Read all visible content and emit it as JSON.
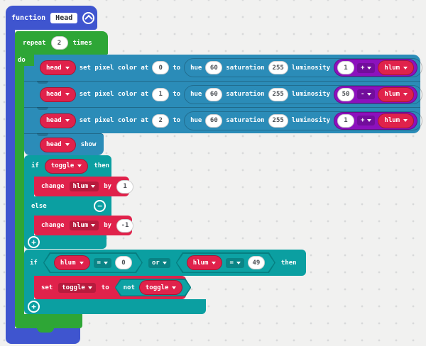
{
  "function_block": {
    "keyword": "function",
    "name": "Head"
  },
  "repeat_block": {
    "keyword": "repeat",
    "count": "2",
    "times": "times",
    "do": "do"
  },
  "pixel_rows": [
    {
      "device": "head",
      "action": "set pixel color at",
      "index": "0",
      "to": "to",
      "hue_label": "hue",
      "hue": "60",
      "saturation_label": "saturation",
      "saturation": "255",
      "luminosity_label": "luminosity",
      "operand": "1",
      "operator": "+",
      "variable": "hlum"
    },
    {
      "device": "head",
      "action": "set pixel color at",
      "index": "1",
      "to": "to",
      "hue_label": "hue",
      "hue": "60",
      "saturation_label": "saturation",
      "saturation": "255",
      "luminosity_label": "luminosity",
      "operand": "50",
      "operator": "-",
      "variable": "hlum"
    },
    {
      "device": "head",
      "action": "set pixel color at",
      "index": "2",
      "to": "to",
      "hue_label": "hue",
      "hue": "60",
      "saturation_label": "saturation",
      "saturation": "255",
      "luminosity_label": "luminosity",
      "operand": "1",
      "operator": "+",
      "variable": "hlum"
    }
  ],
  "show_block": {
    "device": "head",
    "action": "show"
  },
  "if_else": {
    "if": "if",
    "condition": "toggle",
    "then": "then",
    "else": "else",
    "change_then": {
      "change": "change",
      "variable": "hlum",
      "by": "by",
      "value": "1"
    },
    "change_else": {
      "change": "change",
      "variable": "hlum",
      "by": "by",
      "value": "-1"
    }
  },
  "if_bounds": {
    "if": "if",
    "left": {
      "variable": "hlum",
      "operator": "=",
      "value": "0"
    },
    "or": "or",
    "right": {
      "variable": "hlum",
      "operator": "=",
      "value": "49"
    },
    "then": "then",
    "set_block": {
      "set": "set",
      "variable": "toggle",
      "to": "to",
      "not": "not",
      "not_variable": "toggle"
    }
  },
  "colors": {
    "function_blue": "#3f55cf",
    "loops_green": "#2ea636",
    "neopixel_blue": "#2b8cb8",
    "logic_teal": "#0b9fa1",
    "variables_red": "#e0224b",
    "math_purple": "#8c11bd"
  }
}
